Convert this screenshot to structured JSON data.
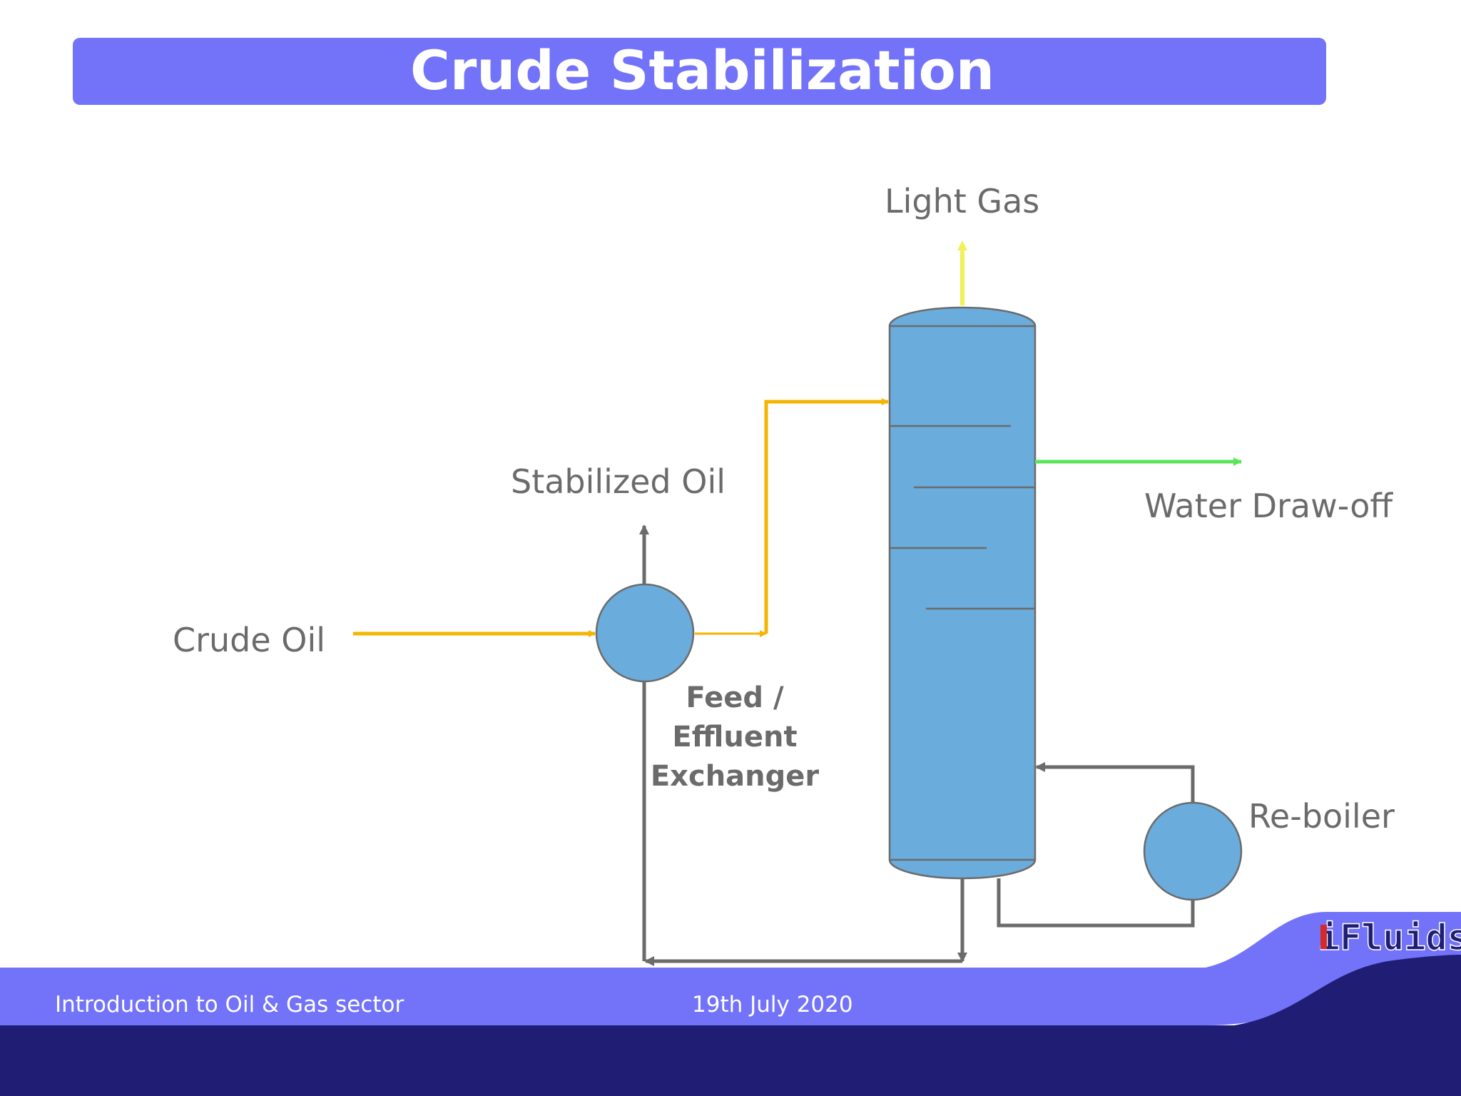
{
  "slide": {
    "title": "Crude Stabilization"
  },
  "diagram": {
    "labels": {
      "light_gas": "Light Gas",
      "stabilized_oil": "Stabilized Oil",
      "water_draw_off": "Water Draw-off",
      "crude_oil": "Crude Oil",
      "exchanger_line1": "Feed /",
      "exchanger_line2": "Effluent",
      "exchanger_line3": "Exchanger",
      "reboiler": "Re-boiler"
    },
    "colors": {
      "vessel_fill": "#6aacdc",
      "crude_stream": "#f5b400",
      "light_gas_stream": "#f5f55a",
      "water_stream": "#5ae65a",
      "pipe_gray": "#6b6b6b"
    }
  },
  "footer": {
    "course": "Introduction to Oil & Gas sector",
    "date": "19th July 2020",
    "logo_text": "iFluids",
    "colors": {
      "band_light": "#7373fa",
      "band_dark": "#1f1e74"
    }
  }
}
